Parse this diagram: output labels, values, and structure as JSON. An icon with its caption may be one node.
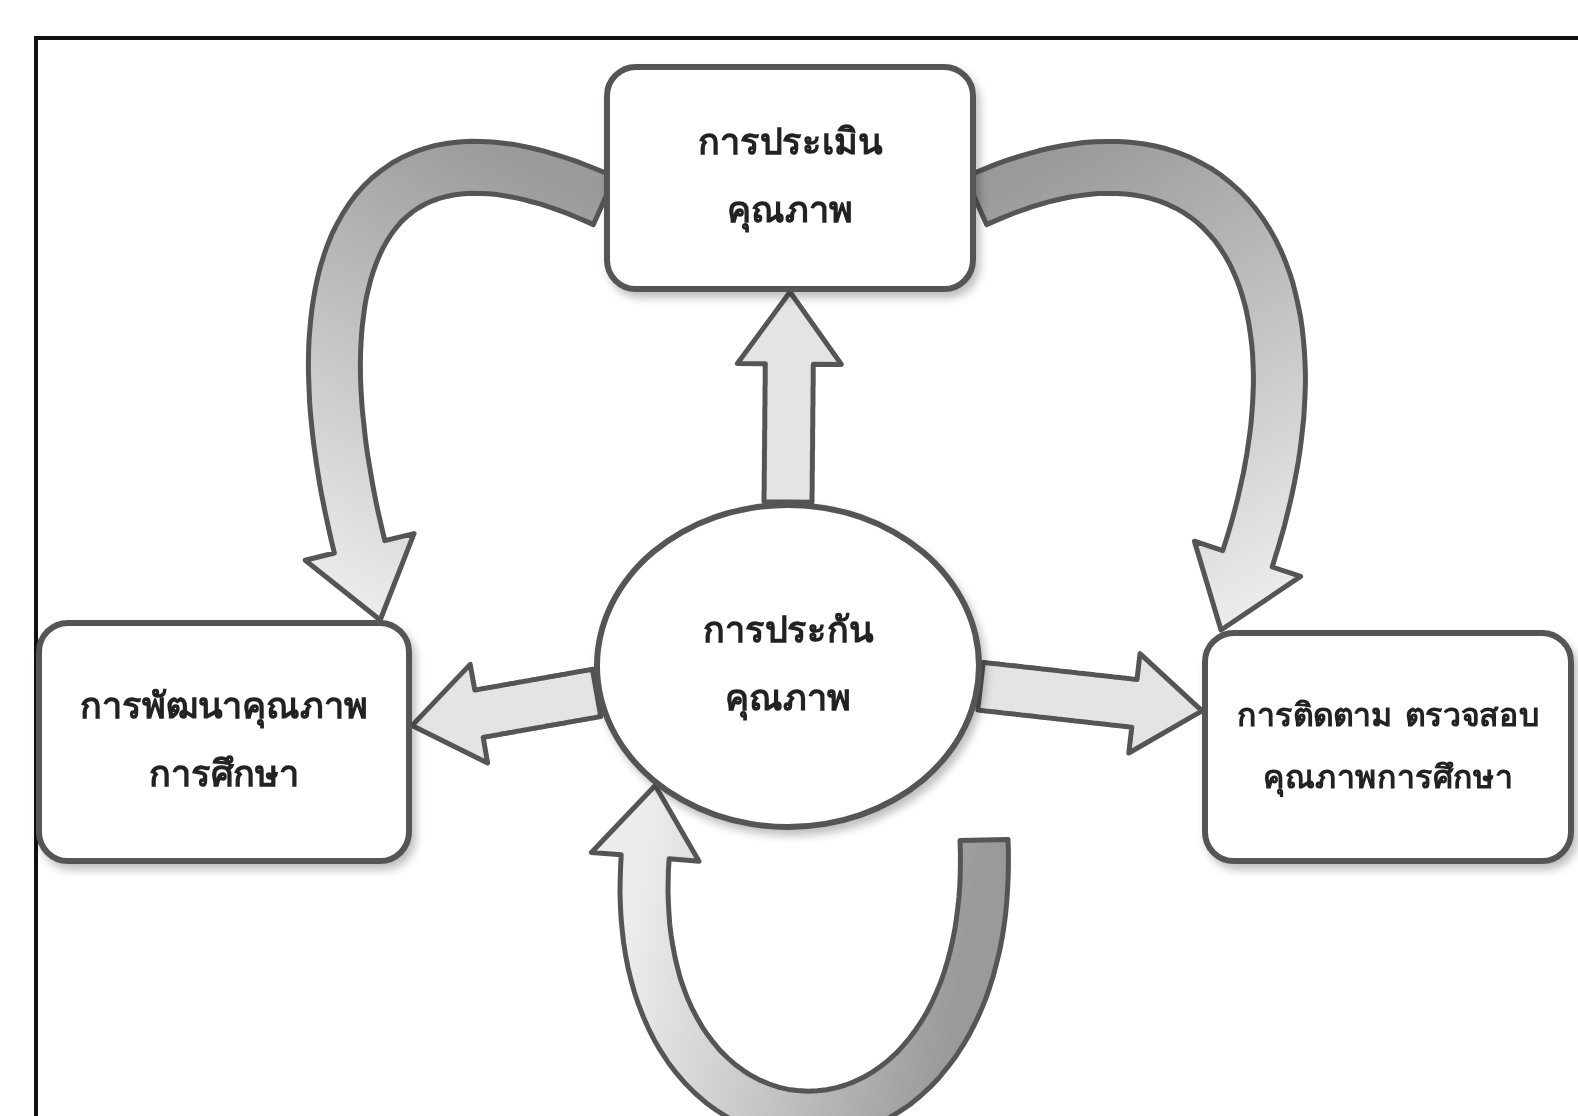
{
  "diagram": {
    "nodes": [
      {
        "text": [
          "การประเมินคุณภาพ"
        ]
      },
      {
        "text": [
          "การประกันคุณภาพ"
        ]
      },
      {
        "text": [
          "การพัฒนาคุณภาพการศึกษา"
        ]
      },
      {
        "text": [
          "การติดตาม ตรวจสอบคุณภาพการศึกษา"
        ]
      }
    ],
    "edges": [
      {
        "from": 1,
        "to": 0,
        "arrow": "to"
      },
      {
        "from": 1,
        "to": 2,
        "arrow": "to"
      },
      {
        "from": 1,
        "to": 3,
        "arrow": "to"
      },
      {
        "from": 0,
        "to": 2,
        "arrow": "to"
      },
      {
        "from": 0,
        "to": 3,
        "arrow": "to"
      },
      {
        "from": null,
        "to": 1,
        "arrow": "to"
      }
    ]
  }
}
